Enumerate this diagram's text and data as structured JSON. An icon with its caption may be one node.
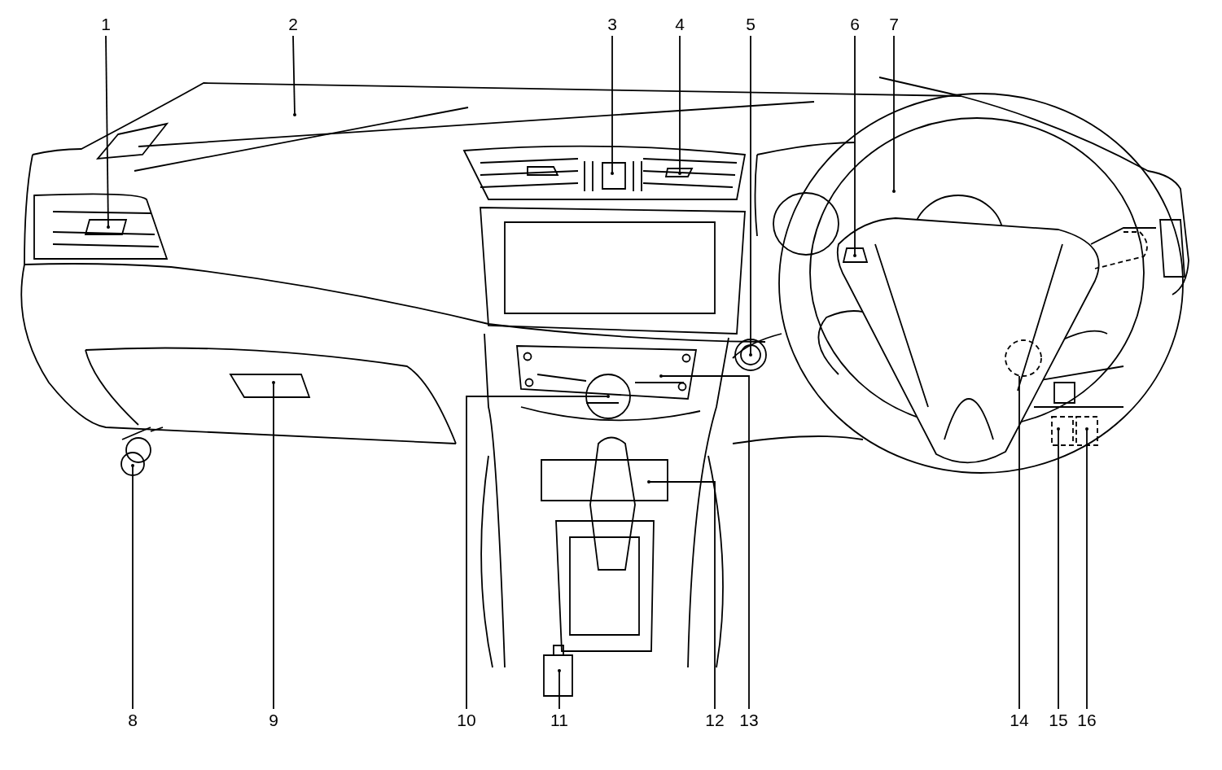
{
  "diagram": {
    "nodes": [
      {
        "text": [
          "1"
        ]
      },
      {
        "text": [
          "2"
        ]
      },
      {
        "text": [
          "3"
        ]
      },
      {
        "text": [
          "4"
        ]
      },
      {
        "text": [
          "5"
        ]
      },
      {
        "text": [
          "6"
        ]
      },
      {
        "text": [
          "7"
        ]
      },
      {
        "text": [
          "8"
        ]
      },
      {
        "text": [
          "9"
        ]
      },
      {
        "text": [
          "10"
        ]
      },
      {
        "text": [
          "11"
        ]
      },
      {
        "text": [
          "12"
        ]
      },
      {
        "text": [
          "13"
        ]
      },
      {
        "text": [
          "14"
        ]
      },
      {
        "text": [
          "15"
        ]
      },
      {
        "text": [
          "16"
        ]
      }
    ],
    "edges": [
      {
        "from": 0,
        "to": null,
        "arrow": "other"
      },
      {
        "from": 1,
        "to": null,
        "arrow": "other"
      },
      {
        "from": 2,
        "to": null,
        "arrow": "other"
      },
      {
        "from": 3,
        "to": null,
        "arrow": "other"
      },
      {
        "from": 4,
        "to": null,
        "arrow": "other"
      },
      {
        "from": 5,
        "to": null,
        "arrow": "other"
      },
      {
        "from": 6,
        "to": null,
        "arrow": "other"
      },
      {
        "from": 7,
        "to": null,
        "arrow": "other"
      },
      {
        "from": 8,
        "to": null,
        "arrow": "other"
      },
      {
        "from": 9,
        "to": null,
        "arrow": "other"
      },
      {
        "from": 10,
        "to": null,
        "arrow": "other"
      },
      {
        "from": 11,
        "to": null,
        "arrow": "other"
      },
      {
        "from": 12,
        "to": null,
        "arrow": "other"
      },
      {
        "from": 13,
        "to": null,
        "arrow": "none"
      },
      {
        "from": 14,
        "to": null,
        "arrow": "other"
      },
      {
        "from": 15,
        "to": null,
        "arrow": "other"
      }
    ]
  }
}
